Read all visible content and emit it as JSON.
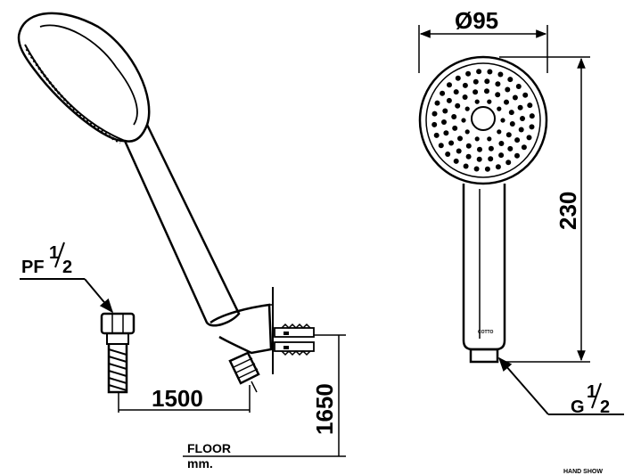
{
  "labels": {
    "diameter": "Ø95",
    "height": "230",
    "hose_length": "1500",
    "mount_height": "1650",
    "inlet_left_prefix": "PF",
    "inlet_right_prefix": "G",
    "fraction_num": "1",
    "fraction_den": "2",
    "floor": "FLOOR",
    "units": "mm.",
    "brand": "COTTO",
    "corner": "HAND SHOW"
  }
}
